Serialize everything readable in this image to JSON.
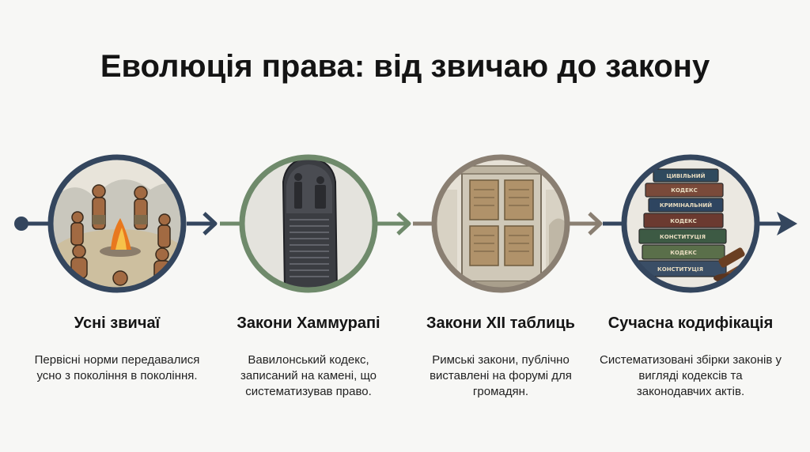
{
  "title": "Еволюція права: від звичаю до закону",
  "colors": {
    "ring_navy": "#34465e",
    "ring_green": "#6f8a6b",
    "ring_taupe": "#8a7f72",
    "arrow": "#34465e"
  },
  "stages": [
    {
      "title": "Усні звичаї",
      "desc": "Первісні норми передавалися усно з покоління в покоління.",
      "image": "tribal-gathering-around-fire"
    },
    {
      "title": "Закони Хаммурапі",
      "desc": "Вавилонський кодекс, записаний на камені, що систематизував право.",
      "image": "hammurabi-stele"
    },
    {
      "title": "Закони XII таблиць",
      "desc": "Римські закони, публічно виставлені на форумі для громадян.",
      "image": "twelve-tables-monument"
    },
    {
      "title": "Сучасна кодифікація",
      "desc": "Систематизовані збірки законів у вигляді кодексів та законодавчих актів.",
      "image": "stack-of-law-books-with-gavel",
      "book_labels": [
        "ЦИВІЛЬНИЙ",
        "КОДЕКС",
        "КРИМІНАЛЬНИЙ",
        "КОДЕКС",
        "КОНСТИТУЦІЯ",
        "КОДЕКС",
        "КОНСТИТУЦІЯ"
      ]
    }
  ]
}
